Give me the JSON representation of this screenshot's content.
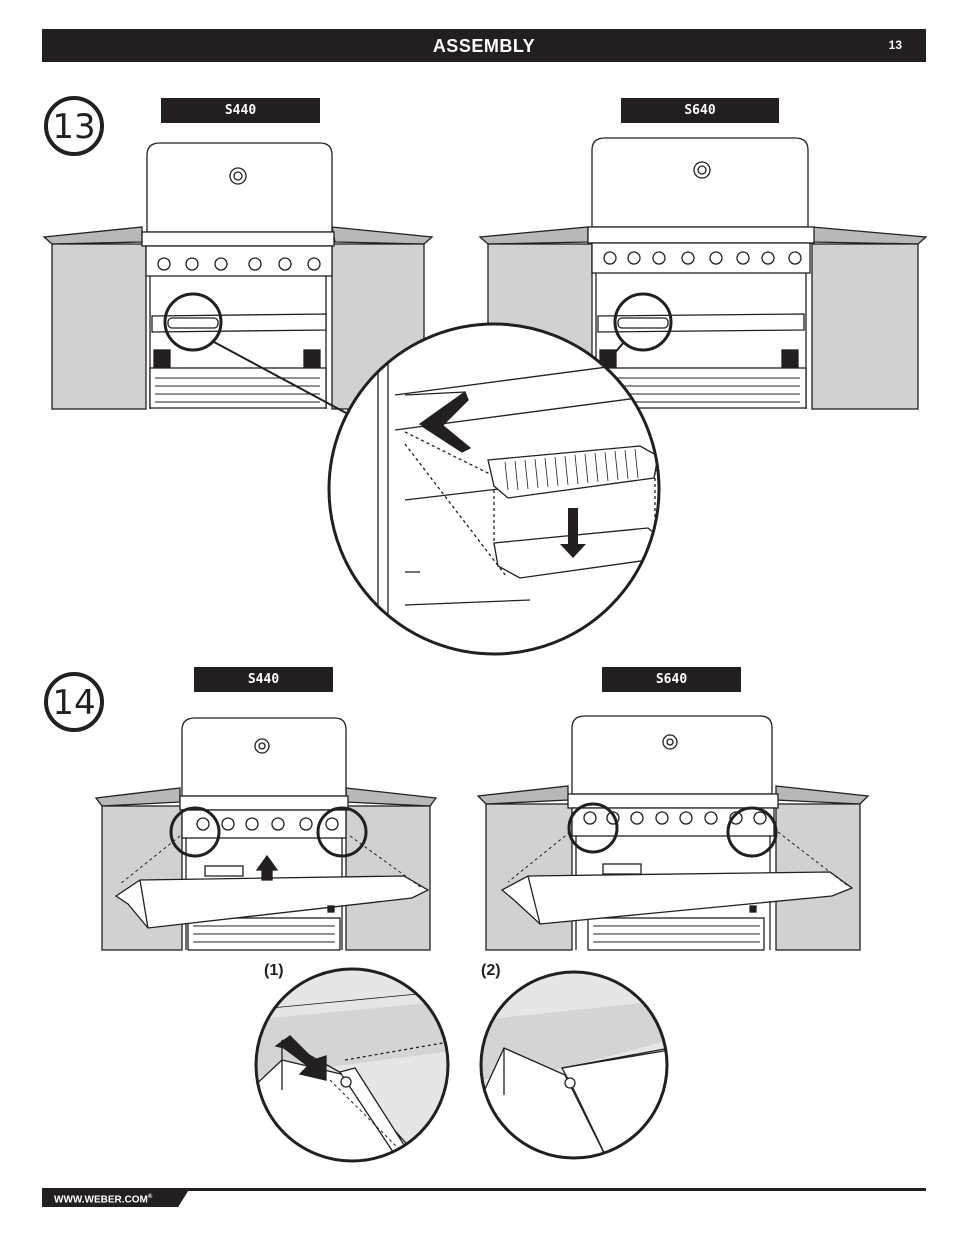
{
  "header": {
    "title": "ASSEMBLY",
    "page_number": "13"
  },
  "steps": [
    {
      "number": "13",
      "labels": [
        "S440",
        "S640"
      ]
    },
    {
      "number": "14",
      "labels": [
        "S440",
        "S640"
      ],
      "details": [
        "(1)",
        "(2)"
      ]
    }
  ],
  "footer": {
    "url": "WWW.WEBER.COM",
    "mark": "®"
  }
}
